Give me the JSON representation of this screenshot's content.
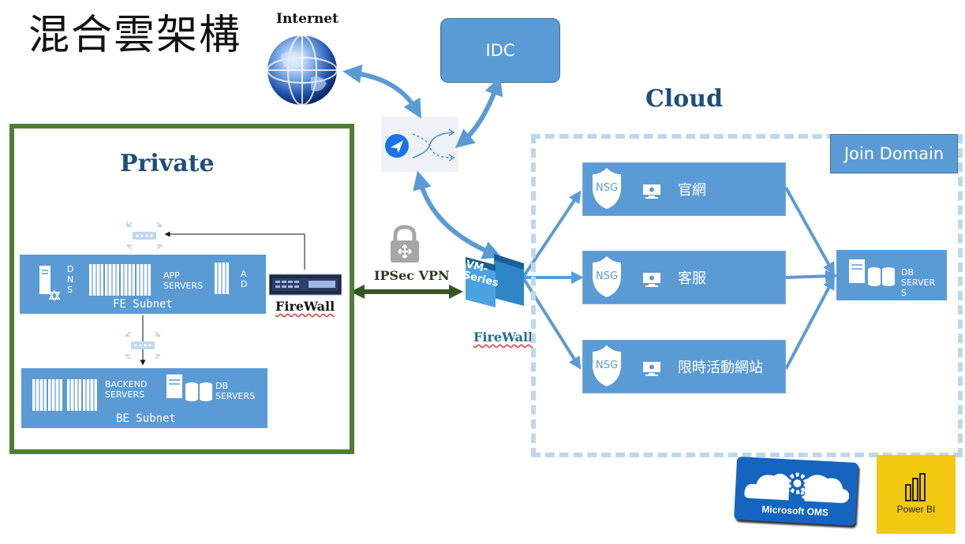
{
  "title": "混合雲架構",
  "internet": {
    "label": "Internet"
  },
  "idc": {
    "label": "IDC"
  },
  "cloud": {
    "label": "Cloud"
  },
  "private": {
    "label": "Private"
  },
  "fe_subnet": {
    "name": "FE Subnet",
    "dns_label": "D\nN\nS",
    "app_label": "APP\nSERVERS",
    "ad_label": "A\nD"
  },
  "be_subnet": {
    "name": "BE Subnet",
    "backend_label": "BACKEND\nSERVERS",
    "db_label": "DB\nSERVERS"
  },
  "private_firewall": {
    "label": "FireWall"
  },
  "ipsec": {
    "label": "IPSec VPN"
  },
  "cloud_firewall": {
    "label": "FireWall",
    "device_label": "VM-\nSeries"
  },
  "join_domain": {
    "label": "Join Domain"
  },
  "web_apps": [
    {
      "nsg": "NSG",
      "label": "官網"
    },
    {
      "nsg": "NSG",
      "label": "客服"
    },
    {
      "nsg": "NSG",
      "label": "限時活動網站"
    }
  ],
  "cloud_db": {
    "label": "DB\nSERVER\nS"
  },
  "oms": {
    "label": "Microsoft OMS"
  },
  "powerbi": {
    "label": "Power BI"
  },
  "colors": {
    "box_blue": "#5b9bd5",
    "private_border": "#4f7d35",
    "cloud_dash": "#bdd7ee",
    "vpn_arrow": "#375623",
    "title_blue": "#1f4e79"
  }
}
